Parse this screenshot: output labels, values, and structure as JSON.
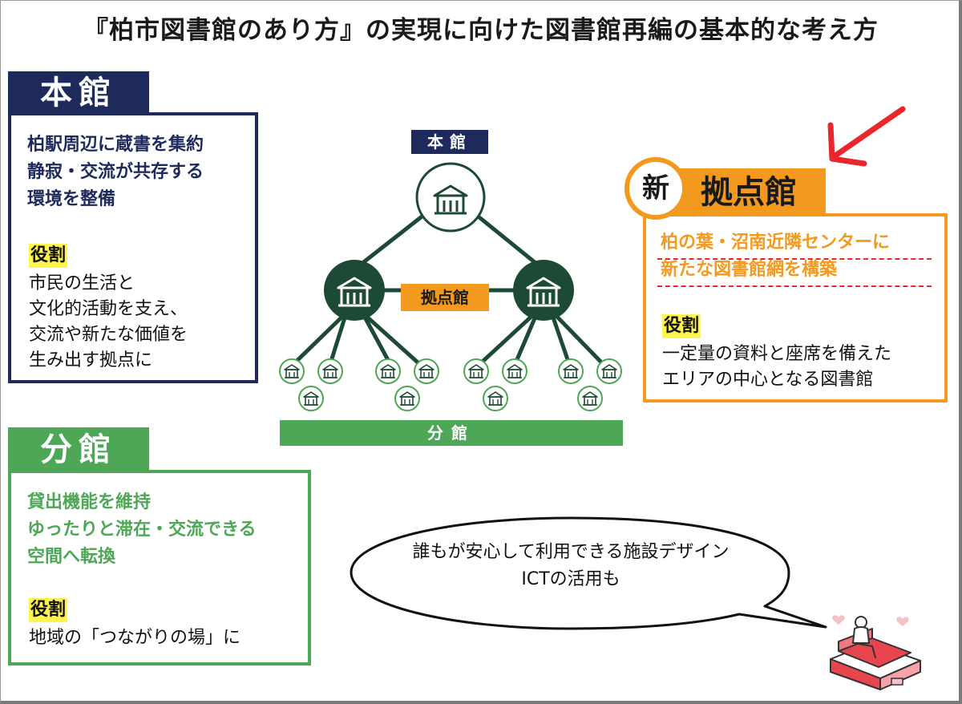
{
  "title": "『柏市図書館のあり方』の実現に向けた図書館再編の基本的な考え方",
  "honkan": {
    "tab": "本館",
    "description": "柏駅周辺に蔵書を集約\n静寂・交流が共存する\n環境を整備",
    "role_label": "役割",
    "role_text": "市民の生活と\n文化的活動を支え、\n交流や新たな価値を\n生み出す拠点に"
  },
  "bunkan": {
    "tab": "分館",
    "description": "貸出機能を維持\nゆったりと滞在・交流できる\n空間へ転換",
    "role_label": "役割",
    "role_text": "地域の「つながりの場」に"
  },
  "kyoten": {
    "new_badge": "新",
    "tab": "拠点館",
    "description": "柏の葉・沼南近隣センターに\n新たな図書館網を構築",
    "role_label": "役割",
    "role_text": "一定量の資料と座席を備えた\nエリアの中心となる図書館"
  },
  "diagram": {
    "honkan_label": "本館",
    "kyoten_label": "拠点館",
    "bunkan_label": "分館"
  },
  "bubble": {
    "text": "誰もが安心して利用できる施設デザイン\nICTの活用も"
  },
  "colors": {
    "navy": "#1f2a5c",
    "green": "#4ea657",
    "dark_green": "#1d4a35",
    "orange": "#f39a1e",
    "red": "#e8262b",
    "highlight": "#fff34d"
  },
  "icons": {
    "library_node": "library-building-icon",
    "arrow": "red-arrow-icon",
    "person": "person-sitting-illustration"
  }
}
